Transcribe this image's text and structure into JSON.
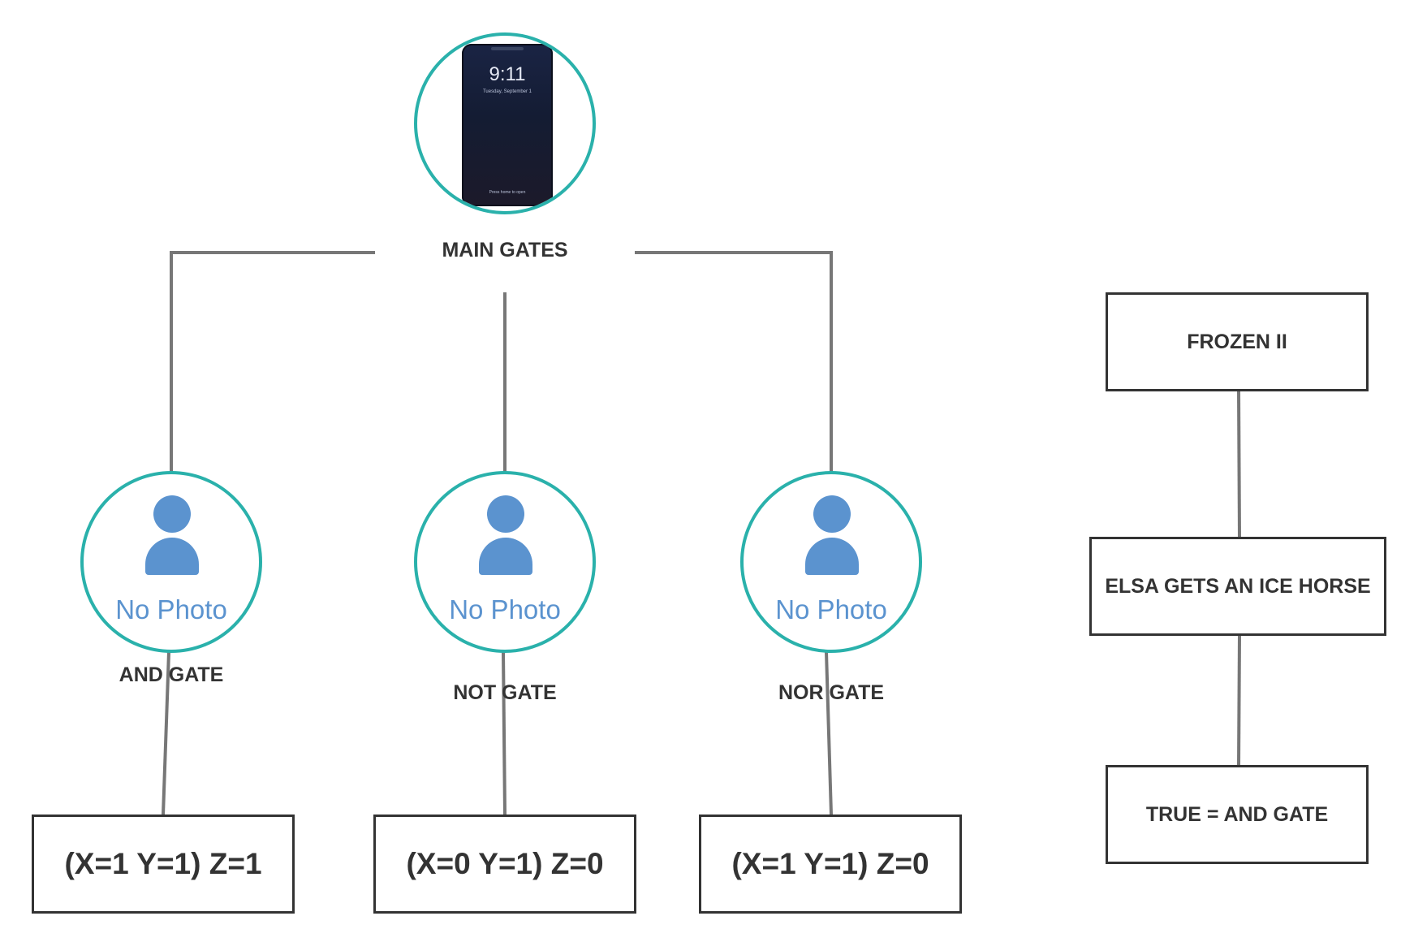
{
  "root": {
    "label": "MAIN GATES",
    "phone": {
      "time": "9:11",
      "date": "Tuesday, September 1",
      "unlock_hint": "Press home to open"
    }
  },
  "gates": [
    {
      "photo_text": "No Photo",
      "label": "AND GATE",
      "result": "(X=1 Y=1) Z=1"
    },
    {
      "photo_text": "No Photo",
      "label": "NOT GATE",
      "result": "(X=0 Y=1) Z=0"
    },
    {
      "photo_text": "No Photo",
      "label": "NOR GATE",
      "result": "(X=1 Y=1) Z=0"
    }
  ],
  "story": {
    "boxes": [
      "FROZEN II",
      "ELSA GETS AN ICE HORSE",
      "TRUE = AND GATE"
    ]
  },
  "colors": {
    "circle_border": "#2ab1ab",
    "person_icon": "#5b93cf",
    "connector": "#777777",
    "box_border": "#333333",
    "text": "#333333"
  }
}
